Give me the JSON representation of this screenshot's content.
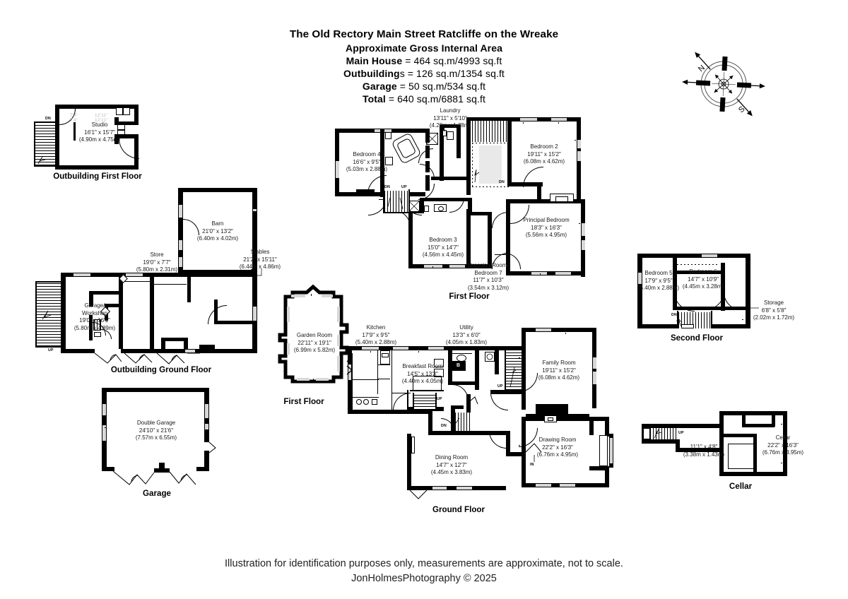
{
  "title": "The Old Rectory Main Street Ratcliffe on the Wreake",
  "area_summary": {
    "heading": "Approximate Gross Internal Area",
    "main_house": {
      "label": "Main House",
      "value": "= 464 sq.m/4993 sq.ft"
    },
    "outbuildings": {
      "label": "Outbuilding",
      "label_tail": "s",
      "value": "= 126 sq.m/1354 sq.ft"
    },
    "garage": {
      "label": "Garage",
      "value": "= 50 sq.m/534 sq.ft"
    },
    "total": {
      "label": "Total",
      "value": "= 640 sq.m/6881 sq.ft"
    }
  },
  "compass": {
    "north": "N",
    "south": "S"
  },
  "sections": {
    "outbuilding_first": "Outbuilding First Floor",
    "outbuilding_ground": "Outbuilding Ground Floor",
    "garage": "Garage",
    "first_floor_main": "First Floor",
    "first_floor_garden": "First Floor",
    "ground_floor": "Ground Floor",
    "second_floor": "Second Floor",
    "cellar": "Cellar"
  },
  "rooms": {
    "studio": {
      "name": "Studio",
      "imperial": "16'1\" x 15'7\"",
      "metric": "(4.90m x 4.75m)"
    },
    "barn": {
      "name": "Barn",
      "imperial": "21'0\" x 13'2\"",
      "metric": "(6.40m x 4.02m)"
    },
    "store": {
      "name": "Store",
      "imperial": "19'0\" x 7'7\"",
      "metric": "(5.80m x 2.31m)"
    },
    "stables": {
      "name": "Stables",
      "imperial": "21'2\" x 15'11\"",
      "metric": "(6.44m x 4.86m)"
    },
    "garage_workshop": {
      "name": "Garage/",
      "name2": "Workshop",
      "imperial": "19'0\" x 16'1\"",
      "metric": "(5.80m x 4.89m)"
    },
    "double_garage": {
      "name": "Double Garage",
      "imperial": "24'10\" x 21'6\"",
      "metric": "(7.57m x 6.55m)"
    },
    "laundry": {
      "name": "Laundry",
      "imperial": "13'11\" x 5'10\"",
      "metric": "(4.23m x 1.78m)"
    },
    "bedroom4": {
      "name": "Bedroom 4",
      "imperial": "16'6\" x 9'5\"",
      "metric": "(5.03m x 2.88m)"
    },
    "bedroom2": {
      "name": "Bedroom 2",
      "imperial": "19'11\" x 15'2\"",
      "metric": "(6.08m x 4.62m)"
    },
    "principal": {
      "name": "Principal Bedroom",
      "imperial": "18'3\" x 16'3\"",
      "metric": "(5.56m x 4.95m)"
    },
    "bedroom3": {
      "name": "Bedroom 3",
      "imperial": "15'0\" x 14'7\"",
      "metric": "(4.56m x 4.45m)"
    },
    "dressing": {
      "name": "Dressing Room/",
      "name2": "Bedroom 7",
      "imperial": "11'7\" x 10'3\"",
      "metric": "(3.54m x 3.12m)"
    },
    "bedroom5": {
      "name": "Bedroom 5",
      "imperial": "17'9\" x 9'5\"",
      "metric": "(5.40m x 2.88m)"
    },
    "bedroom6": {
      "name": "Bedroom 6",
      "imperial": "14'7\" x 10'9\"",
      "metric": "(4.45m x 3.28m)"
    },
    "storage": {
      "name": "Storage",
      "imperial": "6'8\" x 5'8\"",
      "metric": "(2.02m x 1.72m)"
    },
    "garden_room": {
      "name": "Garden Room",
      "imperial": "22'11\" x 19'1\"",
      "metric": "(6.99m x 5.82m)"
    },
    "kitchen": {
      "name": "Kitchen",
      "imperial": "17'9\" x 9'5\"",
      "metric": "(5.40m x 2.88m)"
    },
    "utility": {
      "name": "Utility",
      "imperial": "13'3\" x 6'0\"",
      "metric": "(4.05m x 1.83m)"
    },
    "breakfast": {
      "name": "Breakfast Room",
      "imperial": "14'5\" x 13'3\"",
      "metric": "(4.40m x 4.05m)"
    },
    "family": {
      "name": "Family Room",
      "imperial": "19'11\" x 15'2\"",
      "metric": "(6.08m x 4.62m)"
    },
    "drawing": {
      "name": "Drawing Room",
      "imperial": "22'2\" x 16'3\"",
      "metric": "(6.76m x 4.95m)"
    },
    "dining": {
      "name": "Dining Room",
      "imperial": "14'7\" x 12'7\"",
      "metric": "(4.45m x 3.83m)"
    },
    "cellar_main": {
      "name": "Cellar",
      "imperial": "22'2\" x 16'3\"",
      "metric": "(6.76m x 4.95m)"
    },
    "cellar_small": {
      "name": "",
      "imperial": "11'1\" x 4'8\"",
      "metric": "(3.38m x 1.43m)"
    }
  },
  "markers": {
    "dn": "DN",
    "up": "UP",
    "in": "IN",
    "boiler": "B"
  },
  "ghost_labels": {
    "g1": "7'4\"",
    "g2": "12'11\"",
    "g3": "7'4\"",
    "g4": "12'11\""
  },
  "footer": {
    "line1": "Illustration for identification purposes only, measurements are approximate, not to scale.",
    "line2": "JonHolmesPhotography © 2025"
  },
  "colors": {
    "wall": "#000000",
    "glass": "#d8d8d8",
    "text": "#1b1b1b",
    "background": "#ffffff"
  }
}
